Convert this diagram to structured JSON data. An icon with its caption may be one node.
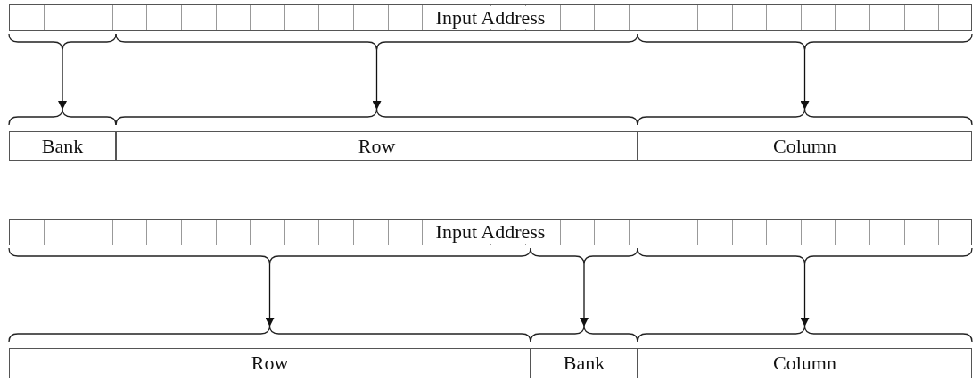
{
  "diagram": {
    "nodes": [
      {
        "text": [
          "Input Address"
        ]
      },
      {
        "text": [
          "Bank"
        ]
      },
      {
        "text": [
          "Row"
        ]
      },
      {
        "text": [
          "Column"
        ]
      },
      {
        "text": [
          "Input Address"
        ]
      },
      {
        "text": [
          "Row"
        ]
      },
      {
        "text": [
          "Bank"
        ]
      },
      {
        "text": [
          "Column"
        ]
      }
    ],
    "edges": [
      {
        "from": 0,
        "to": 1,
        "arrow": "to"
      },
      {
        "from": 0,
        "to": 2,
        "arrow": "to"
      },
      {
        "from": 0,
        "to": 3,
        "arrow": "to"
      },
      {
        "from": 4,
        "to": 5,
        "arrow": "to"
      },
      {
        "from": 4,
        "to": 6,
        "arrow": "to"
      },
      {
        "from": 4,
        "to": 7,
        "arrow": "to"
      }
    ]
  }
}
